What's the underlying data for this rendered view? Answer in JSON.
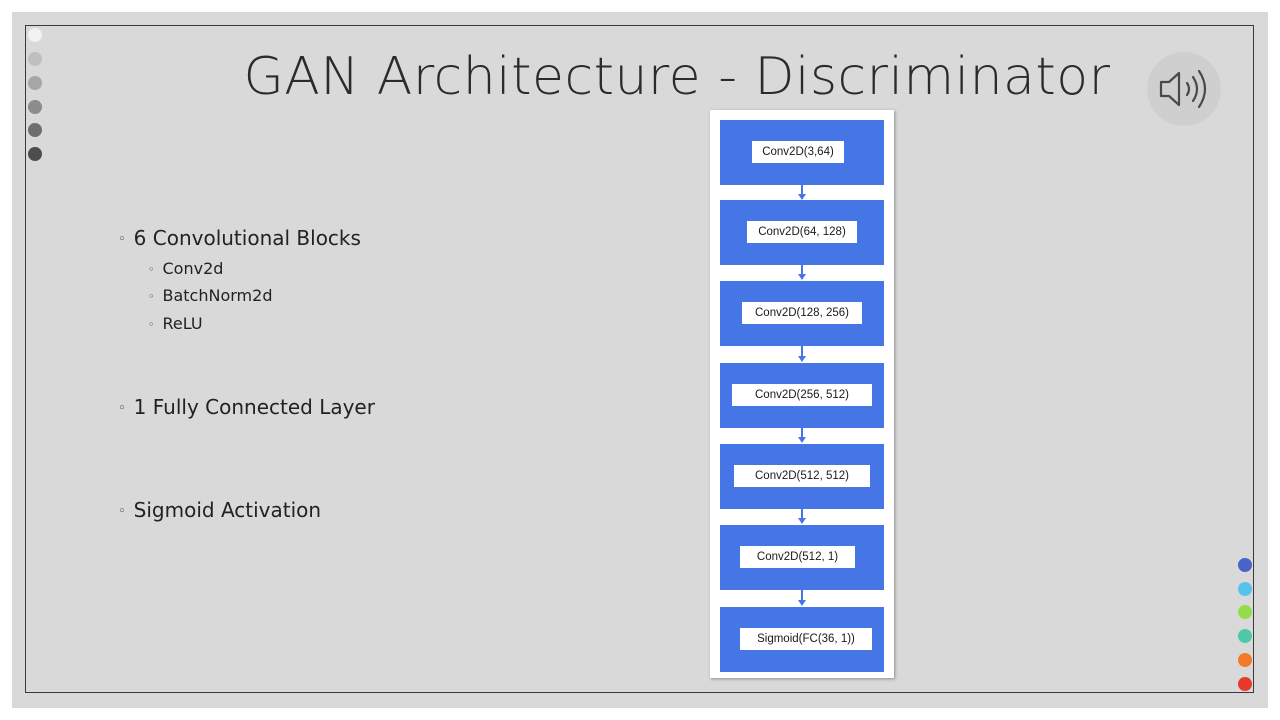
{
  "slide": {
    "title": "GAN Architecture - Discriminator",
    "bullets": [
      {
        "text": "6 Convolutional Blocks",
        "sub": [
          "Conv2d",
          "BatchNorm2d",
          "ReLU"
        ]
      },
      {
        "text": "1 Fully Connected Layer",
        "sub": []
      },
      {
        "text": "Sigmoid Activation",
        "sub": []
      }
    ],
    "bullet_marker": "◦"
  },
  "diagram": {
    "blocks": [
      "Conv2D(3,64)",
      "Conv2D(64, 128)",
      "Conv2D(128, 256)",
      "Conv2D(256, 512)",
      "Conv2D(512, 512)",
      "Conv2D(512, 1)",
      "Sigmoid(FC(36, 1))"
    ],
    "block_color": "#4676e6"
  },
  "left_dots": {
    "colors": [
      "#f2f2f2",
      "#bfbfbf",
      "#a6a6a6",
      "#8c8c8c",
      "#6e6e6e",
      "#4d4d4d"
    ]
  },
  "right_dots": {
    "colors": [
      "#4b63c8",
      "#55c3ea",
      "#93dd4a",
      "#4ec8a8",
      "#f07a2a",
      "#e83a2a"
    ]
  },
  "speaker_icon": "speaker-volume-icon"
}
